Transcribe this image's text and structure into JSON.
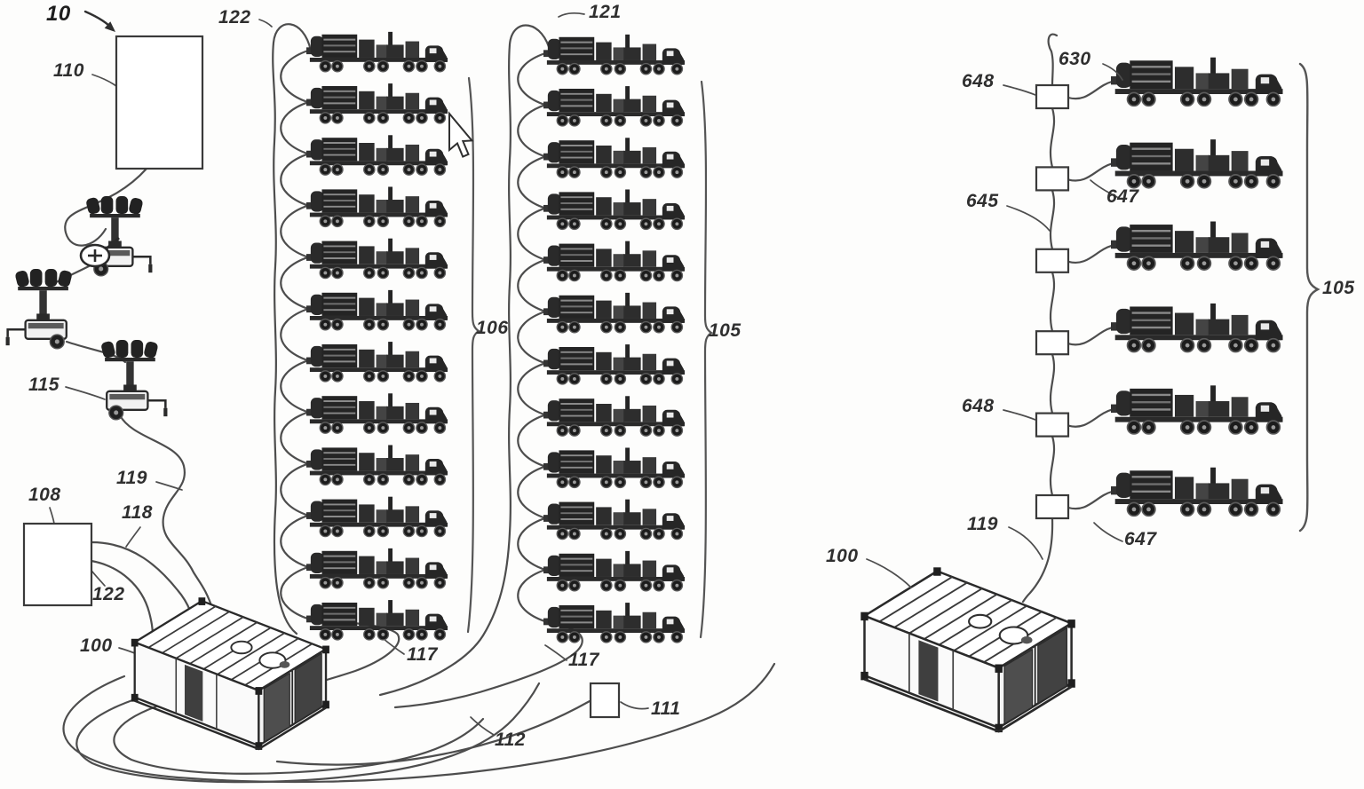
{
  "document": {
    "kind": "patent-line-drawing",
    "system_reference": "10",
    "cursor": "arrow-pointer"
  },
  "labels": {
    "l10": "10",
    "l110": "110",
    "l122_top": "122",
    "l121": "121",
    "l115": "115",
    "l119": "119",
    "l108": "108",
    "l118": "118",
    "l122_mid": "122",
    "l100": "100",
    "l106": "106",
    "l105": "105",
    "l117_left": "117",
    "l117_right": "117",
    "l111": "111",
    "l112": "112",
    "r648_top": "648",
    "r630": "630",
    "r645": "645",
    "r647_top": "647",
    "r648_bottom": "648",
    "r119": "119",
    "r647_bottom": "647",
    "r100": "100",
    "r105": "105"
  },
  "left_figure": {
    "pump_truck_columns": [
      {
        "bracket_label": "106",
        "truck_count": 12
      },
      {
        "bracket_label": "105",
        "truck_count": 12
      }
    ],
    "light_tower_count": 3,
    "equipment_boxes": [
      "110",
      "108",
      "111"
    ],
    "generator_label": "100",
    "cable_references": [
      "122",
      "121",
      "119",
      "118",
      "117",
      "112"
    ]
  },
  "right_figure": {
    "bracket_label": "105",
    "truck_count": 6,
    "junction_box_count": 6,
    "generator_label": "100",
    "cable_references": [
      "648",
      "645",
      "647",
      "630",
      "119"
    ]
  },
  "colors": {
    "background": "#fdfdfc",
    "line": "#4d4d4d",
    "equipment": "#242424",
    "text": "#2f2f2f"
  }
}
